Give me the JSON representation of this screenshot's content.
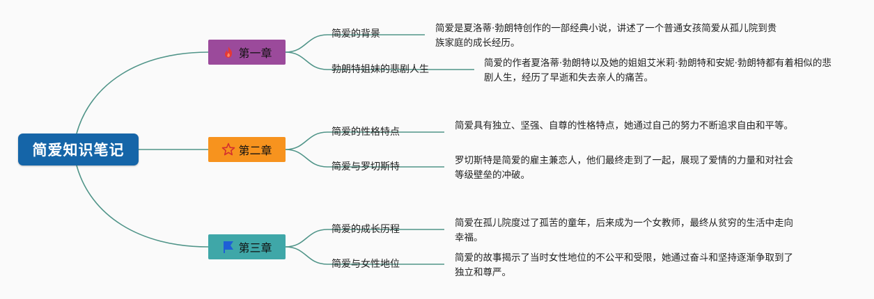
{
  "root": {
    "title": "简爱知识笔记"
  },
  "chapters": [
    {
      "label": "第一章",
      "icon": "fire-icon",
      "color": "#9b4a9b",
      "topics": [
        {
          "title": "简爱的背景",
          "note": "简爱是夏洛蒂·勃朗特创作的一部经典小说，讲述了一个普通女孩简爱从孤儿院到贵族家庭的成长经历。"
        },
        {
          "title": "勃朗特姐妹的悲剧人生",
          "note": "简爱的作者夏洛蒂·勃朗特以及她的姐姐艾米莉·勃朗特和安妮·勃朗特都有着相似的悲剧人生，经历了早逝和失去亲人的痛苦。"
        }
      ]
    },
    {
      "label": "第二章",
      "icon": "star-icon",
      "color": "#f7931e",
      "topics": [
        {
          "title": "简爱的性格特点",
          "note": "简爱具有独立、坚强、自尊的性格特点，她通过自己的努力不断追求自由和平等。"
        },
        {
          "title": "简爱与罗切斯特",
          "note": "罗切斯特是简爱的雇主兼恋人，他们最终走到了一起，展现了爱情的力量和对社会等级壁垒的冲破。"
        }
      ]
    },
    {
      "label": "第三章",
      "icon": "flag-icon",
      "color": "#3fa7a8",
      "topics": [
        {
          "title": "简爱的成长历程",
          "note": "简爱在孤儿院度过了孤苦的童年，后来成为一个女教师，最终从贫穷的生活中走向幸福。"
        },
        {
          "title": "简爱与女性地位",
          "note": "简爱的故事揭示了当时女性地位的不公平和受限，她通过奋斗和坚持逐渐争取到了独立和尊严。"
        }
      ]
    }
  ],
  "line_color": "#4f9488"
}
